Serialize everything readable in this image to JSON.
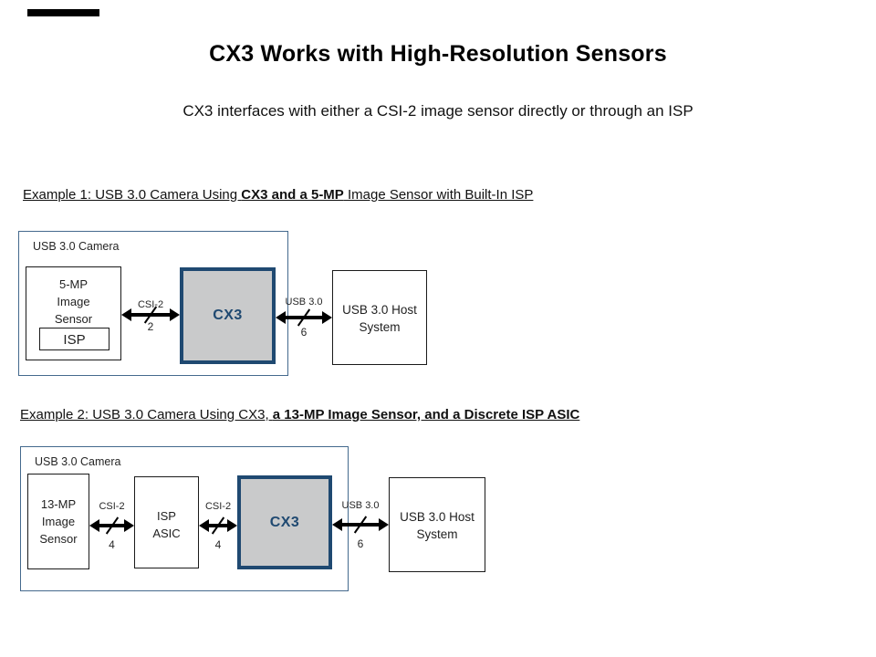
{
  "slide": {
    "title": "CX3 Works with High-Resolution Sensors",
    "subtitle": "CX3 interfaces with either a CSI-2 image sensor directly or through an ISP"
  },
  "colors": {
    "camera_border": "#44698d",
    "cx3_border": "#1f4971",
    "cx3_fill": "#c9cacb",
    "cx3_text": "#1f4971",
    "arrow": "#000000"
  },
  "example1": {
    "heading_prefix": "Example 1: USB 3.0 Camera Using ",
    "heading_bold": "CX3 and a 5-MP",
    "heading_suffix": " Image Sensor with Built-In ISP",
    "camera_label": "USB 3.0 Camera",
    "sensor_line1": "5-MP",
    "sensor_line2": "Image",
    "sensor_line3": "Sensor",
    "isp_label": "ISP",
    "cx3_label": "CX3",
    "host_line1": "USB 3.0 Host",
    "host_line2": "System",
    "bus1_label": "CSI-2",
    "bus1_lanes": "2",
    "bus2_label": "USB 3.0",
    "bus2_lanes": "6"
  },
  "example2": {
    "heading_prefix": "Example 2: USB 3.0 Camera Using CX3, ",
    "heading_bold": "a 13-MP Image Sensor, and a Discrete ISP ASIC",
    "camera_label": "USB 3.0 Camera",
    "sensor_line1": "13-MP",
    "sensor_line2": "Image",
    "sensor_line3": "Sensor",
    "isp_line1": "ISP",
    "isp_line2": "ASIC",
    "cx3_label": "CX3",
    "host_line1": "USB 3.0 Host",
    "host_line2": "System",
    "bus1_label": "CSI-2",
    "bus1_lanes": "4",
    "bus2_label": "CSI-2",
    "bus2_lanes": "4",
    "bus3_label": "USB 3.0",
    "bus3_lanes": "6"
  }
}
